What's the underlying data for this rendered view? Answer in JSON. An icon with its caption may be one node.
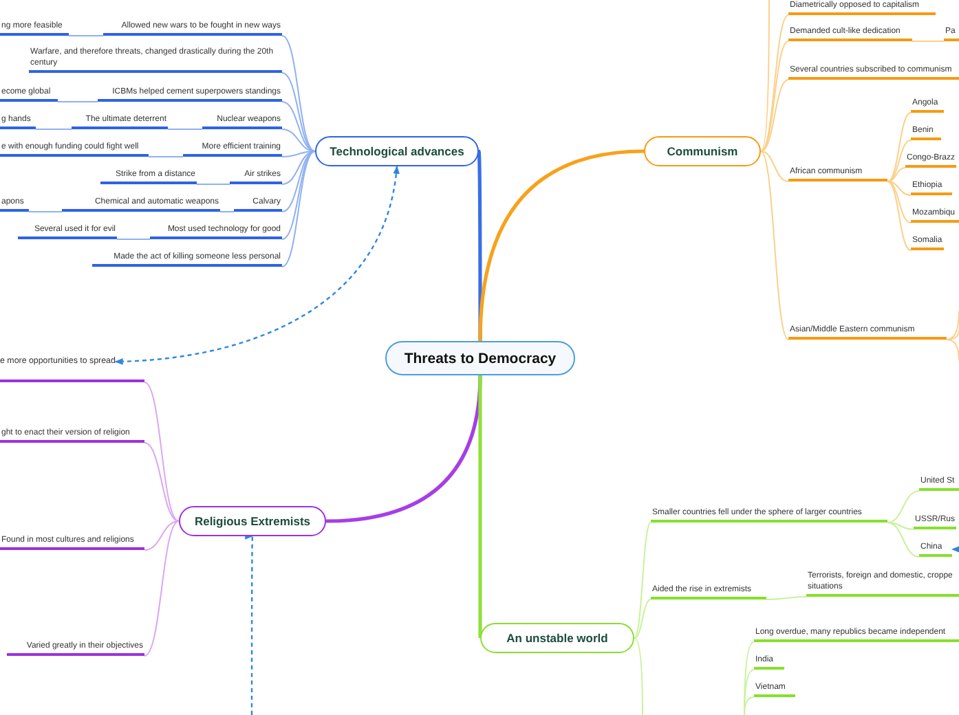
{
  "diagram": {
    "nodes": [
      {
        "text": [
          "Threats to Democracy"
        ]
      },
      {
        "text": [
          "Technological advances"
        ]
      },
      {
        "text": [
          "Allowed new wars to be fought in new ways"
        ]
      },
      {
        "text": [
          "ng more feasible"
        ]
      },
      {
        "text": [
          "Warfare, and therefore threats, changed drastically during the 20th century"
        ]
      },
      {
        "text": [
          "ICBMs helped cement superpowers standings"
        ]
      },
      {
        "text": [
          "ecome global"
        ]
      },
      {
        "text": [
          "Nuclear weapons"
        ]
      },
      {
        "text": [
          "The ultimate deterrent"
        ]
      },
      {
        "text": [
          "g hands"
        ]
      },
      {
        "text": [
          "More efficient training"
        ]
      },
      {
        "text": [
          "e with enough funding could fight well"
        ]
      },
      {
        "text": [
          "Air strikes"
        ]
      },
      {
        "text": [
          "Strike from a distance"
        ]
      },
      {
        "text": [
          "Calvary"
        ]
      },
      {
        "text": [
          "Chemical and automatic weapons"
        ]
      },
      {
        "text": [
          "apons"
        ]
      },
      {
        "text": [
          "Most used technology for good"
        ]
      },
      {
        "text": [
          "Several used it for evil"
        ]
      },
      {
        "text": [
          "Made the act of killing someone less personal"
        ]
      },
      {
        "text": [
          "e more opportunities to spread"
        ]
      },
      {
        "text": [
          "Religious Extremists"
        ]
      },
      {
        "text": [],
        "shape": "bar"
      },
      {
        "text": [
          "ght to enact their version of religion"
        ]
      },
      {
        "text": [
          "Found in most cultures and religions"
        ]
      },
      {
        "text": [
          "Varied greatly in their objectives"
        ]
      },
      {
        "text": [
          "Communism"
        ]
      },
      {
        "text": [
          "Diametrically opposed to capitalism"
        ]
      },
      {
        "text": [
          "Demanded cult-like dedication"
        ]
      },
      {
        "text": [
          "Pa"
        ]
      },
      {
        "text": [
          "Several countries subscribed to communism"
        ]
      },
      {
        "text": [
          "African communism"
        ]
      },
      {
        "text": [
          "Angola"
        ]
      },
      {
        "text": [
          "Benin"
        ]
      },
      {
        "text": [
          "Congo-Brazz"
        ]
      },
      {
        "text": [
          "Ethiopia"
        ]
      },
      {
        "text": [
          "Mozambiqu"
        ]
      },
      {
        "text": [
          "Somalia"
        ]
      },
      {
        "text": [
          "Asian/Middle Eastern communism"
        ]
      },
      {
        "text": [
          "An unstable world"
        ]
      },
      {
        "text": [
          "Smaller countries fell under the sphere of larger countries"
        ]
      },
      {
        "text": [
          "United St"
        ]
      },
      {
        "text": [
          "USSR/Rus"
        ]
      },
      {
        "text": [
          "China"
        ]
      },
      {
        "text": [
          "Aided the rise in extremists"
        ]
      },
      {
        "text": [
          "Terrorists, foreign and domestic, croppe situations"
        ]
      },
      {
        "text": [
          "Long overdue, many republics became independent"
        ]
      },
      {
        "text": [
          "India"
        ]
      },
      {
        "text": [
          "Vietnam"
        ]
      }
    ],
    "edges": [
      {
        "from": 0,
        "to": 1,
        "arrow": "none",
        "style": "thick",
        "color": "#3a6ee8"
      },
      {
        "from": 0,
        "to": 26,
        "arrow": "none",
        "style": "thick",
        "color": "#f7a21c"
      },
      {
        "from": 0,
        "to": 21,
        "arrow": "none",
        "style": "thick",
        "color": "#a63ee6"
      },
      {
        "from": 0,
        "to": 39,
        "arrow": "none",
        "style": "thick",
        "color": "#8fe13a"
      },
      {
        "from": 1,
        "to": 2,
        "arrow": "none",
        "color": "#8fb0f3"
      },
      {
        "from": 1,
        "to": 4,
        "arrow": "none",
        "color": "#8fb0f3"
      },
      {
        "from": 1,
        "to": 5,
        "arrow": "none",
        "color": "#8fb0f3"
      },
      {
        "from": 1,
        "to": 7,
        "arrow": "none",
        "color": "#8fb0f3"
      },
      {
        "from": 1,
        "to": 10,
        "arrow": "none",
        "color": "#8fb0f3"
      },
      {
        "from": 1,
        "to": 12,
        "arrow": "none",
        "color": "#8fb0f3"
      },
      {
        "from": 1,
        "to": 14,
        "arrow": "none",
        "color": "#8fb0f3"
      },
      {
        "from": 1,
        "to": 17,
        "arrow": "none",
        "color": "#8fb0f3"
      },
      {
        "from": 1,
        "to": 19,
        "arrow": "none",
        "color": "#8fb0f3"
      },
      {
        "from": 2,
        "to": 3,
        "arrow": "none",
        "color": "#8fb0f3"
      },
      {
        "from": 5,
        "to": 6,
        "arrow": "none",
        "color": "#8fb0f3"
      },
      {
        "from": 7,
        "to": 8,
        "arrow": "none",
        "color": "#8fb0f3"
      },
      {
        "from": 8,
        "to": 9,
        "arrow": "none",
        "color": "#8fb0f3"
      },
      {
        "from": 10,
        "to": 11,
        "arrow": "none",
        "color": "#8fb0f3"
      },
      {
        "from": 12,
        "to": 13,
        "arrow": "none",
        "color": "#8fb0f3"
      },
      {
        "from": 14,
        "to": 15,
        "arrow": "none",
        "color": "#8fb0f3"
      },
      {
        "from": 15,
        "to": 16,
        "arrow": "none",
        "color": "#8fb0f3"
      },
      {
        "from": 17,
        "to": 18,
        "arrow": "none",
        "color": "#8fb0f3"
      },
      {
        "from": 21,
        "to": 22,
        "arrow": "none",
        "color": "#dba6f3"
      },
      {
        "from": 21,
        "to": 23,
        "arrow": "none",
        "color": "#dba6f3"
      },
      {
        "from": 21,
        "to": 24,
        "arrow": "none",
        "color": "#dba6f3"
      },
      {
        "from": 21,
        "to": 25,
        "arrow": "none",
        "color": "#dba6f3"
      },
      {
        "from": 26,
        "to": 27,
        "arrow": "none",
        "color": "#fbd08a"
      },
      {
        "from": 26,
        "to": 28,
        "arrow": "none",
        "color": "#fbd08a"
      },
      {
        "from": 26,
        "to": 30,
        "arrow": "none",
        "color": "#fbd08a"
      },
      {
        "from": 26,
        "to": 31,
        "arrow": "none",
        "color": "#fbd08a"
      },
      {
        "from": 26,
        "to": 38,
        "arrow": "none",
        "color": "#fbd08a"
      },
      {
        "from": 28,
        "to": 29,
        "arrow": "none",
        "color": "#fbd08a"
      },
      {
        "from": 31,
        "to": 32,
        "arrow": "none",
        "color": "#fbd08a"
      },
      {
        "from": 31,
        "to": 33,
        "arrow": "none",
        "color": "#fbd08a"
      },
      {
        "from": 31,
        "to": 34,
        "arrow": "none",
        "color": "#fbd08a"
      },
      {
        "from": 31,
        "to": 35,
        "arrow": "none",
        "color": "#fbd08a"
      },
      {
        "from": 31,
        "to": 36,
        "arrow": "none",
        "color": "#fbd08a"
      },
      {
        "from": 31,
        "to": 37,
        "arrow": "none",
        "color": "#fbd08a"
      },
      {
        "from": 39,
        "to": 40,
        "arrow": "none",
        "color": "#c8f29b"
      },
      {
        "from": 39,
        "to": 44,
        "arrow": "none",
        "color": "#c8f29b"
      },
      {
        "from": 40,
        "to": 41,
        "arrow": "none",
        "color": "#c8f29b"
      },
      {
        "from": 40,
        "to": 42,
        "arrow": "none",
        "color": "#c8f29b"
      },
      {
        "from": 40,
        "to": 43,
        "arrow": "none",
        "color": "#c8f29b"
      },
      {
        "from": 44,
        "to": 45,
        "arrow": "none",
        "color": "#c8f29b"
      },
      {
        "from": 1,
        "to": 20,
        "arrow": "both",
        "style": "dashed",
        "color": "#2f86e0"
      },
      {
        "from": null,
        "to": 21,
        "arrow": "to",
        "style": "dashed",
        "color": "#2f86e0"
      },
      {
        "from": null,
        "to": 43,
        "arrow": "to",
        "style": "dashed",
        "color": "#2f86e0"
      },
      {
        "from": 26,
        "to": null,
        "arrow": "none",
        "color": "#fbd08a"
      },
      {
        "from": 38,
        "to": null,
        "arrow": "none",
        "color": "#fbd08a"
      },
      {
        "from": 38,
        "to": null,
        "arrow": "none",
        "color": "#fbd08a"
      },
      {
        "from": 38,
        "to": null,
        "arrow": "none",
        "color": "#fbd08a"
      },
      {
        "from": 39,
        "to": null,
        "arrow": "none",
        "color": "#c8f29b"
      },
      {
        "from": null,
        "to": 46,
        "arrow": "none",
        "color": "#c8f29b"
      },
      {
        "from": null,
        "to": 47,
        "arrow": "none",
        "color": "#c8f29b"
      },
      {
        "from": null,
        "to": 48,
        "arrow": "none",
        "color": "#c8f29b"
      }
    ]
  }
}
